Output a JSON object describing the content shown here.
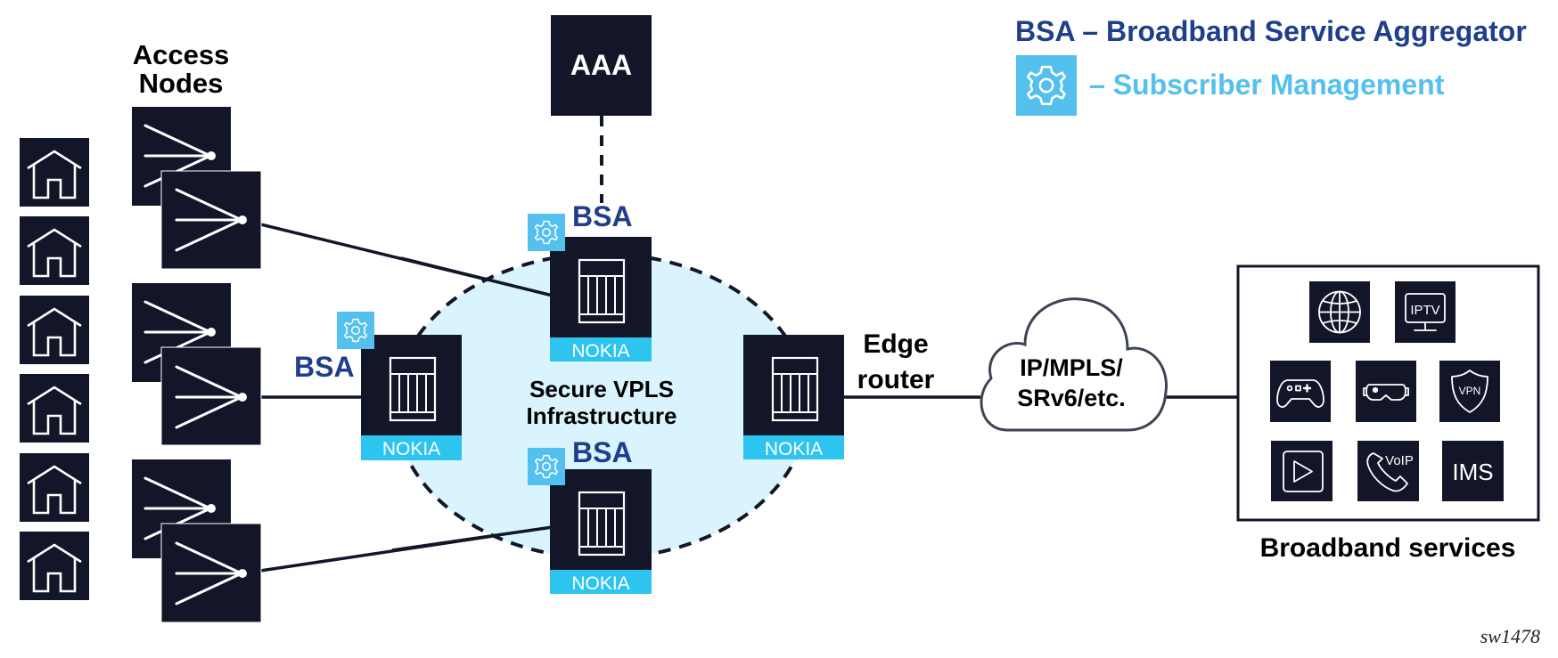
{
  "legend": {
    "bsa_title": "BSA – Broadband Service Aggregator",
    "subscriber_mgmt": "– Subscriber Management",
    "gear_icon": "gear-icon",
    "colors": {
      "bsa_blue": "#1f3f8c",
      "subscriber_cyan": "#53c0ee",
      "node_dark": "#131628",
      "vpls_fill": "#d9f4fc",
      "nokia_band": "#2ec4f0"
    }
  },
  "access": {
    "title_line1": "Access",
    "title_line2": "Nodes",
    "homes_count": 6,
    "home_icon": "house-icon",
    "node_icon": "splitter-icon"
  },
  "aaa": {
    "label": "AAA"
  },
  "vpls": {
    "line1": "Secure VPLS",
    "line2": "Infrastructure"
  },
  "routers": {
    "brand": "NOKIA",
    "bsa_label": "BSA",
    "edge_line1": "Edge",
    "edge_line2": "router"
  },
  "cloud": {
    "line1": "IP/MPLS/",
    "line2": "SRv6/etc."
  },
  "services": {
    "title": "Broadband services",
    "items": [
      {
        "name": "internet",
        "icon": "globe-icon",
        "label": ""
      },
      {
        "name": "iptv",
        "icon": "tv-icon",
        "label": "IPTV"
      },
      {
        "name": "gaming",
        "icon": "gamepad-icon",
        "label": ""
      },
      {
        "name": "vr",
        "icon": "vr-headset-icon",
        "label": ""
      },
      {
        "name": "vpn",
        "icon": "shield-icon",
        "label": "VPN"
      },
      {
        "name": "video",
        "icon": "play-icon",
        "label": ""
      },
      {
        "name": "voip",
        "icon": "phone-icon",
        "label": "VoIP"
      },
      {
        "name": "ims",
        "icon": "text-icon",
        "label": "IMS"
      }
    ]
  },
  "figure_id": "sw1478"
}
